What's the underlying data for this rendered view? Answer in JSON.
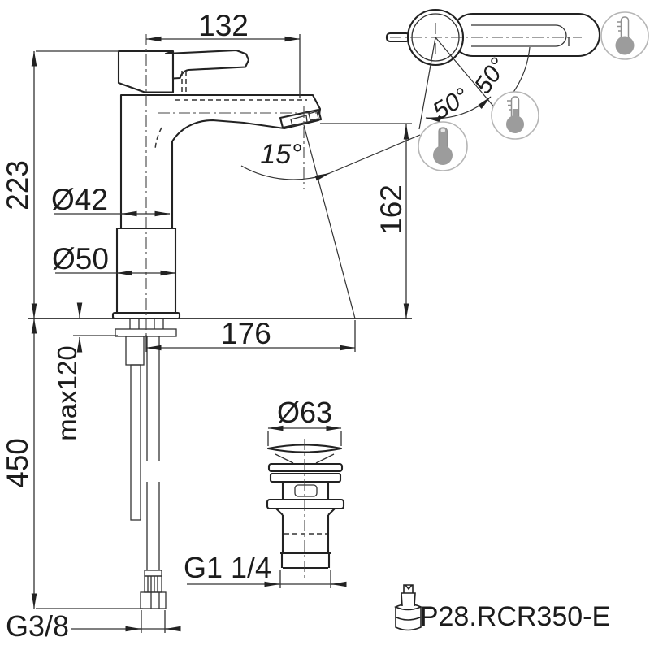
{
  "drawing": {
    "model_label": "P28.RCR350-E",
    "dims": {
      "top_width": "132",
      "body_height": "223",
      "body_diameter": "Ø42",
      "base_diameter": "Ø50",
      "spray_angle": "15°",
      "spout_height": "162",
      "reach": "176",
      "max_deck": "max120",
      "hose_length": "450",
      "waste_diameter": "Ø63",
      "waste_thread": "G1 1/4",
      "supply_thread": "G3/8",
      "swing_left": "50°",
      "swing_right": "50°"
    }
  },
  "palette": {
    "line": "#222222",
    "dimension_line": "#333333",
    "thermometer_fill": "#9c9c9c",
    "icon_circle": "#b5b5b5",
    "background": "#ffffff"
  }
}
